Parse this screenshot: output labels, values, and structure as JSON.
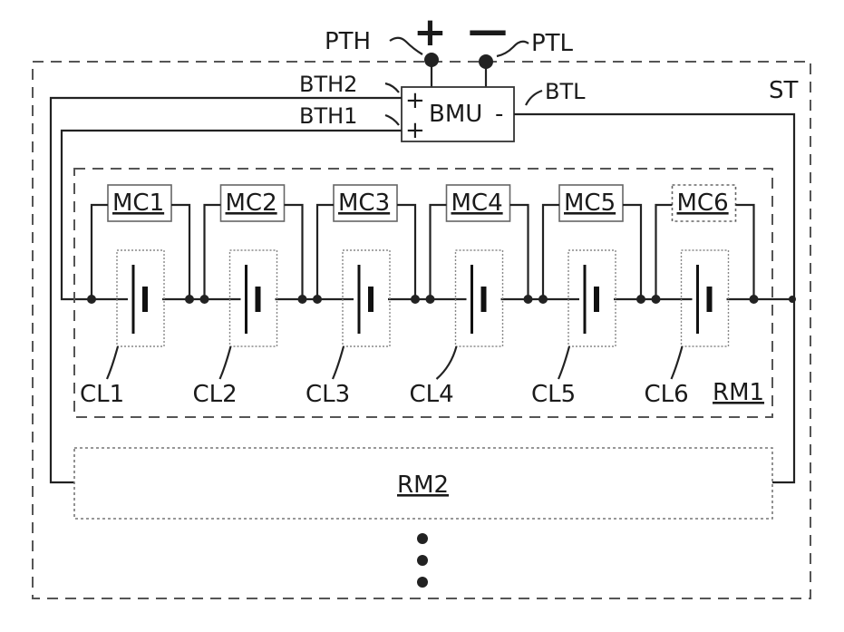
{
  "terminals": {
    "positive_sign": "+",
    "negative_sign": "—",
    "positive_label": "PTH",
    "negative_label": "PTL"
  },
  "storage_label": "ST",
  "bmu": {
    "label": "BMU",
    "input_high_2": "BTH2",
    "input_high_1": "BTH1",
    "input_low": "BTL",
    "plus_sign": "+",
    "minus_sign": "-"
  },
  "module_1": {
    "label": "RM1",
    "monitors": [
      "MC1",
      "MC2",
      "MC3",
      "MC4",
      "MC5",
      "MC6"
    ],
    "cells": [
      "CL1",
      "CL2",
      "CL3",
      "CL4",
      "CL5",
      "CL6"
    ]
  },
  "module_2": {
    "label": "RM2"
  },
  "continuation_dots": 3
}
